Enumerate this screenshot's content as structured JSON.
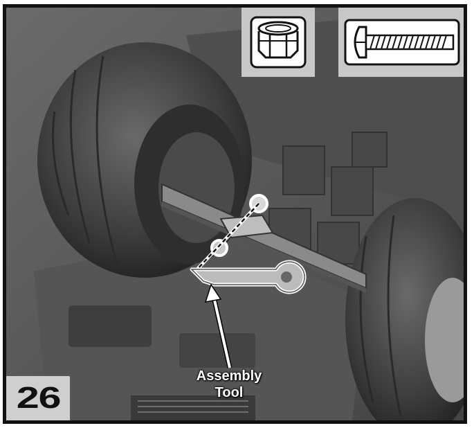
{
  "step": {
    "number": "26"
  },
  "parts": [
    {
      "icon": "lock-nut-icon"
    },
    {
      "icon": "screw-icon"
    }
  ],
  "callout": {
    "line1": "Assembly",
    "line2": "Tool"
  },
  "colors": {
    "frame": "#111111",
    "panel": "#c8c8c8",
    "vehicle": "#5a5a5a",
    "highlight": "#ffffff"
  }
}
